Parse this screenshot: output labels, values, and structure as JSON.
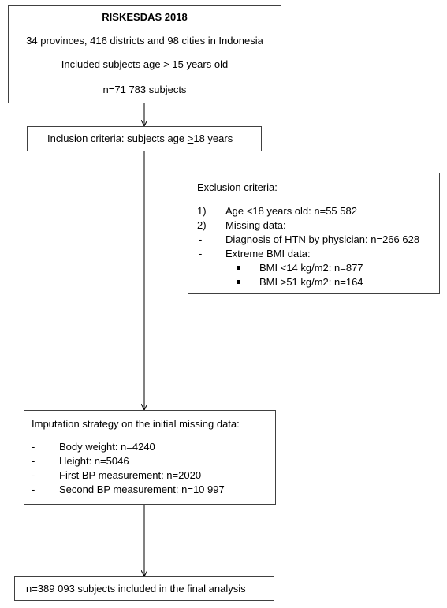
{
  "source_box": {
    "title": "RISKESDAS 2018",
    "line1": "34 provinces, 416 districts and 98 cities in Indonesia",
    "line2_prefix": "Included subjects age ",
    "line2_symbol": ">",
    "line2_suffix": " 15 years old",
    "line3": "n=71 783 subjects"
  },
  "inclusion_box": {
    "prefix": "Inclusion criteria: subjects age ",
    "symbol": ">",
    "suffix": "18 years"
  },
  "exclusion_box": {
    "title": "Exclusion criteria:",
    "items": [
      {
        "marker": "1)",
        "text": "Age <18 years old: n=55 582"
      },
      {
        "marker": "2)",
        "text": "Missing data:"
      },
      {
        "marker": "-",
        "text": "Diagnosis of HTN by physician: n=266 628"
      },
      {
        "marker": "-",
        "text": "Extreme BMI data:"
      }
    ],
    "sub_items": [
      {
        "text": "BMI <14 kg/m2: n=877"
      },
      {
        "text": "BMI >51 kg/m2: n=164"
      }
    ]
  },
  "imputation_box": {
    "title": "Imputation strategy on the initial missing data:",
    "items": [
      {
        "marker": "-",
        "text": "Body weight: n=4240"
      },
      {
        "marker": "-",
        "text": "Height: n=5046"
      },
      {
        "marker": "-",
        "text": "First BP measurement: n=2020"
      },
      {
        "marker": "-",
        "text": "Second BP measurement: n=10 997"
      }
    ]
  },
  "final_box": {
    "text": "n=389 093 subjects included in the final analysis"
  }
}
